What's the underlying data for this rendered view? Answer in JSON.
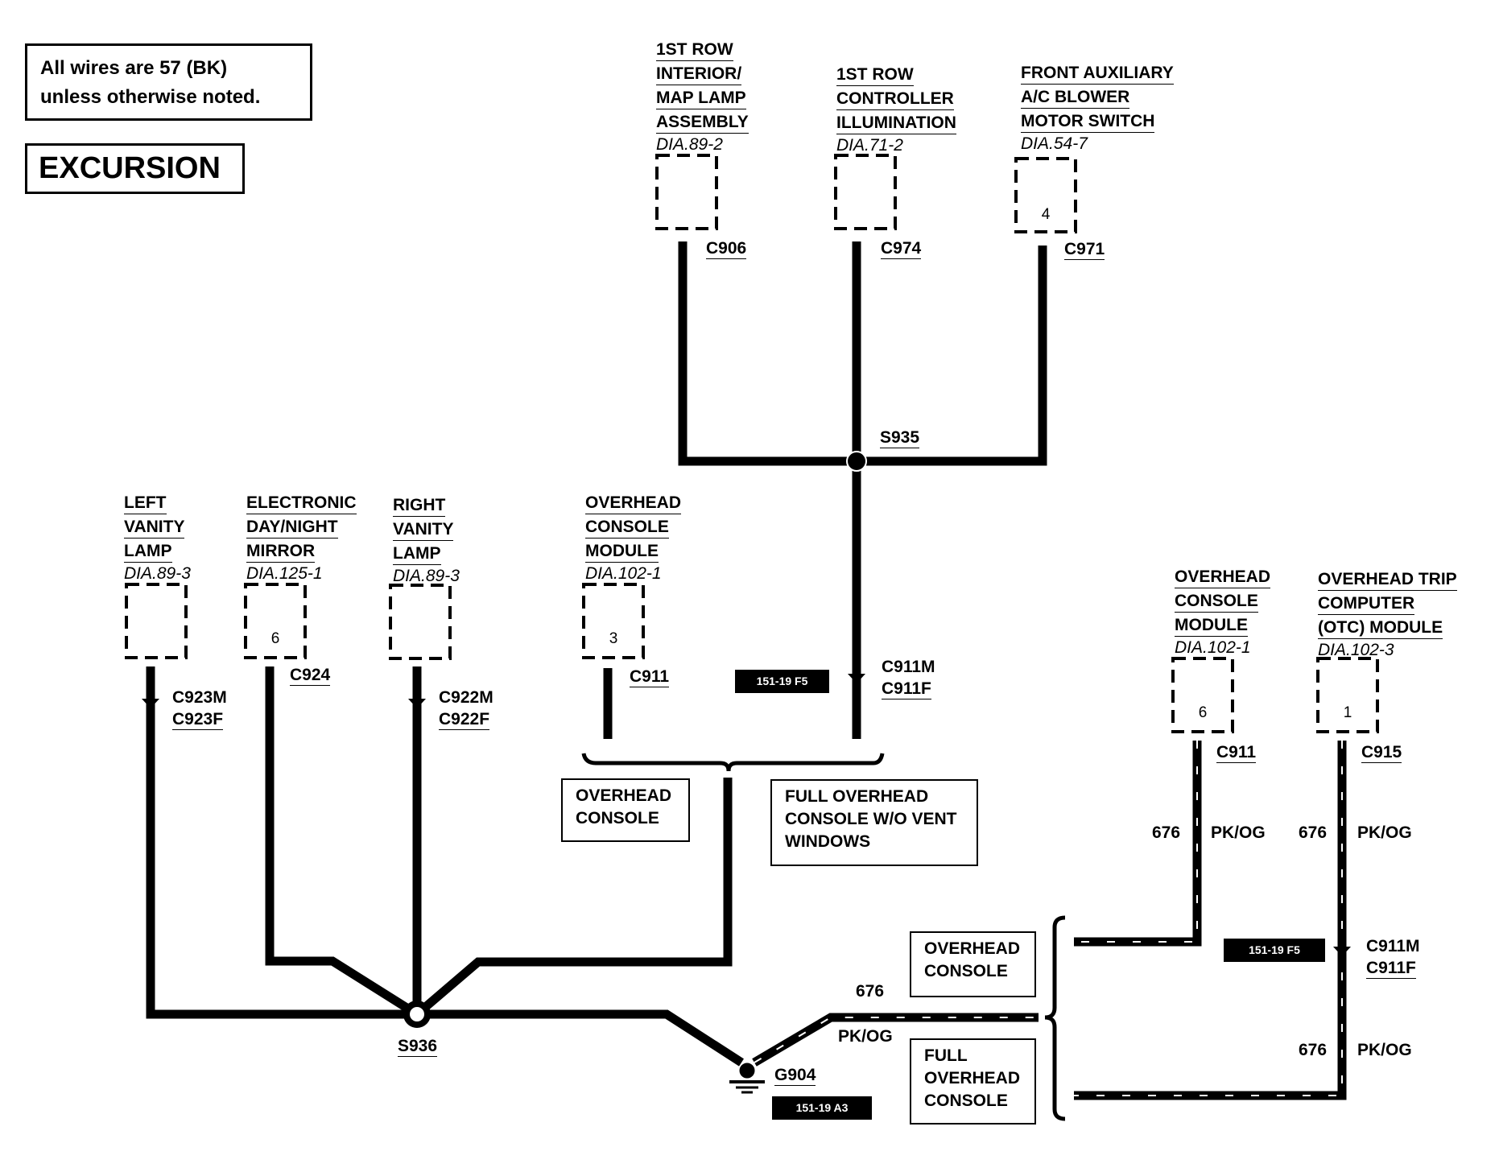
{
  "note": {
    "line1": "All wires are 57 (BK)",
    "line2": "unless otherwise noted."
  },
  "title": "EXCURSION",
  "components": {
    "map_lamp": {
      "lines": [
        "1ST ROW",
        "INTERIOR/",
        "MAP LAMP",
        "ASSEMBLY"
      ],
      "dia": "DIA.89-2",
      "connector": "C906"
    },
    "controller_illum": {
      "lines": [
        "1ST ROW",
        "CONTROLLER",
        "ILLUMINATION"
      ],
      "dia": "DIA.71-2",
      "connector": "C974"
    },
    "aux_blower": {
      "lines": [
        "FRONT AUXILIARY",
        "A/C BLOWER",
        "MOTOR SWITCH"
      ],
      "dia": "DIA.54-7",
      "pin": "4",
      "connector": "C971"
    },
    "left_vanity": {
      "lines": [
        "LEFT",
        "VANITY",
        "LAMP"
      ],
      "dia": "DIA.89-3",
      "connector_m": "C923M",
      "connector_f": "C923F"
    },
    "mirror": {
      "lines": [
        "ELECTRONIC",
        "DAY/NIGHT",
        "MIRROR"
      ],
      "dia": "DIA.125-1",
      "pin": "6",
      "connector": "C924"
    },
    "right_vanity": {
      "lines": [
        "RIGHT",
        "VANITY",
        "LAMP"
      ],
      "dia": "DIA.89-3",
      "connector_m": "C922M",
      "connector_f": "C922F"
    },
    "overhead_console_1": {
      "lines": [
        "OVERHEAD",
        "CONSOLE",
        "MODULE"
      ],
      "dia": "DIA.102-1",
      "pin": "3",
      "connector": "C911"
    },
    "overhead_console_2": {
      "lines": [
        "OVERHEAD",
        "CONSOLE",
        "MODULE"
      ],
      "dia": "DIA.102-1",
      "pin": "6",
      "connector": "C911"
    },
    "otc_module": {
      "lines": [
        "OVERHEAD TRIP",
        "COMPUTER",
        "(OTC) MODULE"
      ],
      "dia": "DIA.102-3",
      "pin": "1",
      "connector": "C915"
    }
  },
  "splices": {
    "s935": "S935",
    "s936": "S936"
  },
  "ground": "G904",
  "inline_connectors": {
    "upper": {
      "m": "C911M",
      "f": "C911F"
    },
    "right": {
      "m": "C911M",
      "f": "C911F"
    }
  },
  "refs": {
    "upper": "151-19 F5",
    "right": "151-19 F5",
    "ground": "151-19 A3"
  },
  "options": {
    "overhead_console_left": [
      "OVERHEAD",
      "CONSOLE"
    ],
    "full_overhead_no_vent": [
      "FULL OVERHEAD",
      "CONSOLE W/O VENT",
      "WINDOWS"
    ],
    "overhead_console_right": [
      "OVERHEAD",
      "CONSOLE"
    ],
    "full_overhead_right": [
      "FULL",
      "OVERHEAD",
      "CONSOLE"
    ]
  },
  "wires": {
    "circuit": "676",
    "color": "PK/OG"
  }
}
